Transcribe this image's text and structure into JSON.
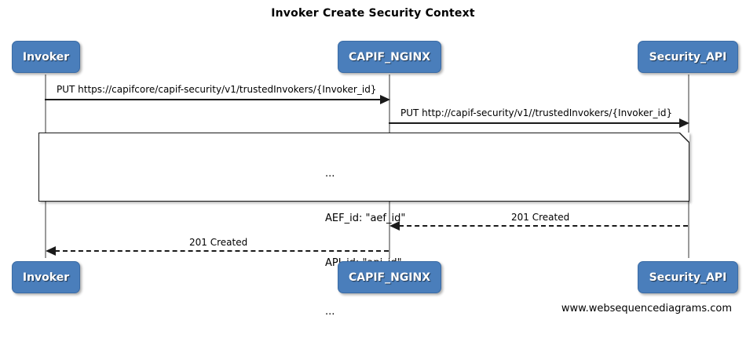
{
  "diagram": {
    "title": "Invoker Create Security Context",
    "type": "sequence-diagram",
    "source_label": "www.websequencediagrams.com",
    "accent_color": "#4a7ebb",
    "line_color": "#1a1a1a",
    "lifeline_color": "#9a9a9a"
  },
  "participants": [
    {
      "id": "invoker",
      "label": "Invoker"
    },
    {
      "id": "capif_nginx",
      "label": "CAPIF_NGINX"
    },
    {
      "id": "security_api",
      "label": "Security_API"
    }
  ],
  "messages": [
    {
      "label": "PUT https://capifcore/capif-security/v1/trustedInvokers/{Invoker_id}",
      "from": "invoker",
      "to": "capif_nginx",
      "style": "solid",
      "direction": "right"
    },
    {
      "label": "PUT http://capif-security/v1//trustedInvokers/{Invoker_id}",
      "from": "capif_nginx",
      "to": "security_api",
      "style": "solid",
      "direction": "right"
    },
    {
      "label": "201 Created",
      "from": "security_api",
      "to": "capif_nginx",
      "style": "dashed",
      "direction": "left"
    },
    {
      "label": "201 Created",
      "from": "capif_nginx",
      "to": "invoker",
      "style": "dashed",
      "direction": "left"
    }
  ],
  "note": {
    "lines": [
      "...",
      "AEF_id: \"aef_id\"",
      "API_id: \"api_id\"",
      "..."
    ]
  }
}
